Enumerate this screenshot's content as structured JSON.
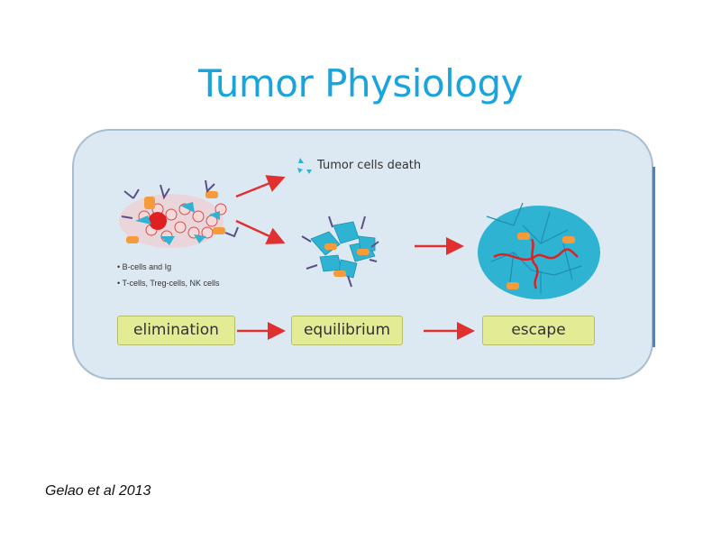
{
  "title": "Tumor Physiology",
  "diagram": {
    "tumor_death_label": "Tumor cells death",
    "legend": [
      "• B-cells and Ig",
      "• T-cells, Treg-cells, NK cells"
    ],
    "stages": [
      "elimination",
      "equilibrium",
      "escape"
    ],
    "colors": {
      "tumor_cell": "#2fb3d3",
      "arrow": "#e03030",
      "stage_box": "#e3eb94",
      "panel": "#dde9f2"
    }
  },
  "citation": "Gelao et al 2013"
}
